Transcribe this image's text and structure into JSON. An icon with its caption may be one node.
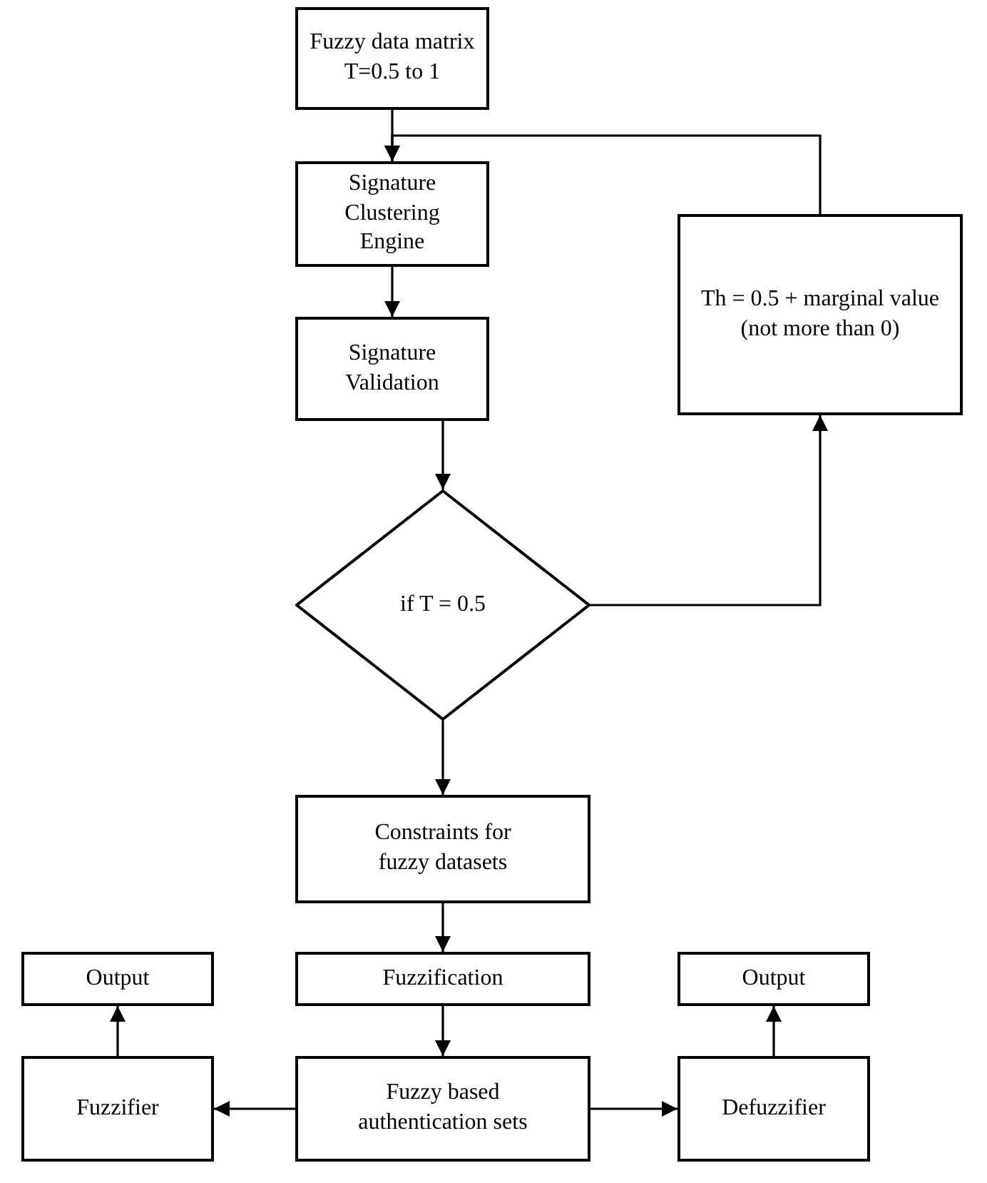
{
  "diagram": {
    "nodes": [
      {
        "text": [
          "Fuzzy data matrix T=0.5 to 1"
        ]
      },
      {
        "text": [
          "Signature Clustering Engine"
        ]
      },
      {
        "text": [
          "Signature Validation"
        ]
      },
      {
        "text": [
          "if T = 0.5"
        ]
      },
      {
        "text": [
          "Th = 0.5 + marginal value (not more than 0)"
        ]
      },
      {
        "text": [
          "Constraints for fuzzy datasets"
        ]
      },
      {
        "text": [
          "Fuzzification"
        ]
      },
      {
        "text": [
          "Fuzzy based authentication sets"
        ]
      },
      {
        "text": [
          "Fuzzifier"
        ]
      },
      {
        "text": [
          "Output"
        ]
      },
      {
        "text": [
          "Defuzzifier"
        ]
      },
      {
        "text": [
          "Output"
        ]
      }
    ],
    "edges": [
      {
        "from": 0,
        "to": 1,
        "arrow": "to"
      },
      {
        "from": 1,
        "to": 2,
        "arrow": "to"
      },
      {
        "from": 2,
        "to": 3,
        "arrow": "to"
      },
      {
        "from": 3,
        "to": 4,
        "arrow": "to"
      },
      {
        "from": 4,
        "to": 1,
        "arrow": "to"
      },
      {
        "from": 3,
        "to": 5,
        "arrow": "to"
      },
      {
        "from": 5,
        "to": 6,
        "arrow": "to"
      },
      {
        "from": 6,
        "to": 7,
        "arrow": "to"
      },
      {
        "from": 7,
        "to": 8,
        "arrow": "to"
      },
      {
        "from": 8,
        "to": 9,
        "arrow": "to"
      },
      {
        "from": 7,
        "to": 10,
        "arrow": "to"
      },
      {
        "from": 10,
        "to": 11,
        "arrow": "to"
      }
    ]
  }
}
